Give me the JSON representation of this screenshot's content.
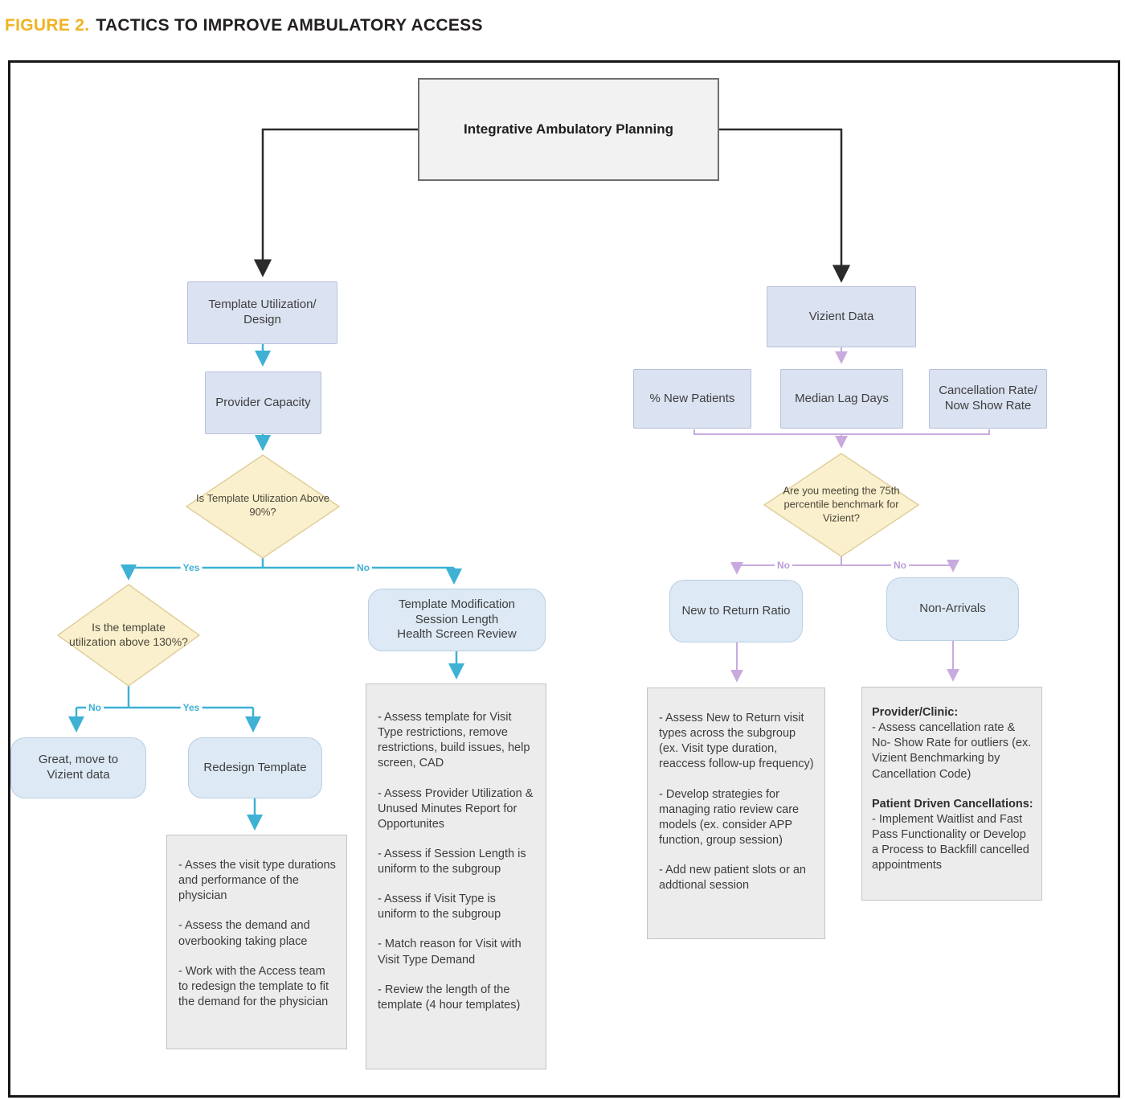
{
  "figure": {
    "label": "FIGURE 2.",
    "title": "TACTICS TO IMPROVE AMBULATORY ACCESS"
  },
  "colors": {
    "accent_yellow": "#F0B323",
    "cyan_branch": "#3EB1D5",
    "purple_branch": "#C9AADE",
    "node_fill_lavender": "#DBE2F1",
    "node_fill_rounded_blue": "#DDE9F5",
    "diamond_fill": "#FBF0CD",
    "textbox_fill": "#ECECEC",
    "root_fill": "#F2F2F2"
  },
  "nodes": {
    "root": {
      "label": "Integrative Ambulatory Planning"
    },
    "template_utilization": {
      "label": "Template Utilization/\nDesign"
    },
    "provider_capacity": {
      "label": "Provider Capacity"
    },
    "diamond_90": {
      "label": "Is Template Utilization Above\n90%?"
    },
    "diamond_130": {
      "label": "Is the template\nutilization above 130%?"
    },
    "great_move": {
      "label": "Great, move to\nVizient data"
    },
    "redesign_template": {
      "label": "Redesign Template"
    },
    "template_modification": {
      "label": "Template Modification\nSession Length\nHealth Screen Review"
    },
    "vizient_data": {
      "label": "Vizient Data"
    },
    "new_patients": {
      "label": "% New Patients"
    },
    "median_lag": {
      "label": "Median Lag Days"
    },
    "cancellation_rate": {
      "label": "Cancellation Rate/\nNow Show Rate"
    },
    "diamond_75": {
      "label": "Are you meeting the 75th\npercentile benchmark for\nVizient?"
    },
    "new_to_return": {
      "label": "New to Return Ratio"
    },
    "non_arrivals": {
      "label": "Non-Arrivals"
    }
  },
  "edge_labels": {
    "d90_yes": "Yes",
    "d90_no": "No",
    "d130_no": "No",
    "d130_yes": "Yes",
    "d75_no_left": "No",
    "d75_no_right": "No"
  },
  "textboxes": {
    "redesign_detail": {
      "items": [
        "- Asses the visit type durations and performance of the physician",
        "- Assess the demand and overbooking taking place",
        "- Work with the Access team to redesign the template to fit the demand for the physician"
      ]
    },
    "template_mod_detail": {
      "items": [
        "- Assess template for Visit Type restrictions, remove restrictions, build issues, help screen, CAD",
        "- Assess Provider Utilization & Unused Minutes Report for Opportunites",
        "- Assess if Session Length is uniform to the subgroup",
        "- Assess if Visit Type is uniform to the subgroup",
        "- Match reason for Visit with Visit Type Demand",
        "- Review the length of the template (4 hour templates)"
      ]
    },
    "new_to_return_detail": {
      "items": [
        "- Assess New to Return visit types across the subgroup (ex. Visit type duration, reaccess follow-up frequency)",
        "- Develop strategies for managing ratio review care models  (ex. consider APP function, group session)",
        "- Add new patient slots or an addtional session"
      ]
    },
    "non_arrivals_detail": {
      "heading1": "Provider/Clinic:",
      "body1": "- Assess cancellation rate & No- Show Rate for outliers (ex. Vizient Benchmarking by Cancellation Code)",
      "heading2": "Patient Driven Cancellations:",
      "body2": "- Implement Waitlist and Fast Pass Functionality or Develop a Process to Backfill cancelled appointments"
    }
  }
}
